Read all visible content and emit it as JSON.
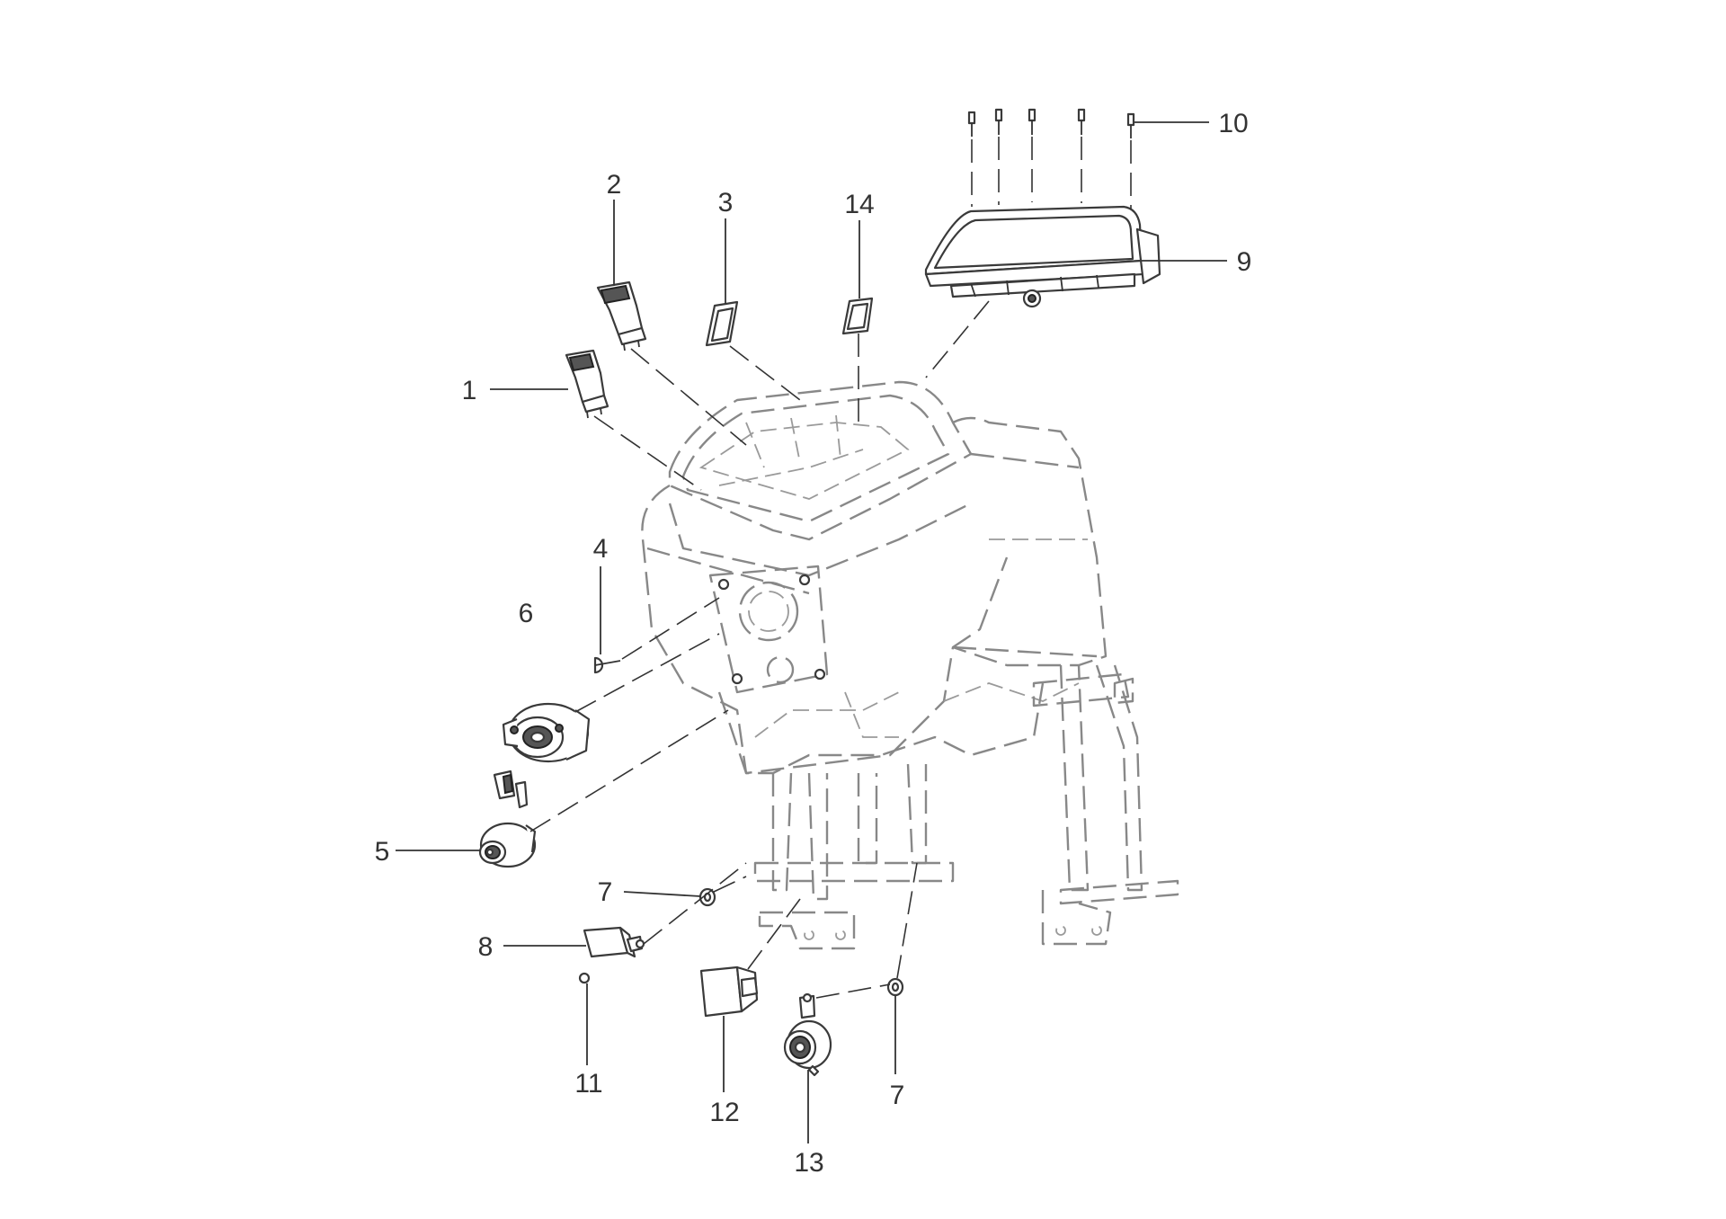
{
  "callouts": [
    {
      "id": "1",
      "label": "1"
    },
    {
      "id": "2",
      "label": "2"
    },
    {
      "id": "3",
      "label": "3"
    },
    {
      "id": "4",
      "label": "4"
    },
    {
      "id": "5",
      "label": "5"
    },
    {
      "id": "6",
      "label": "6"
    },
    {
      "id": "7a",
      "label": "7"
    },
    {
      "id": "7b",
      "label": "7"
    },
    {
      "id": "8",
      "label": "8"
    },
    {
      "id": "9",
      "label": "9"
    },
    {
      "id": "10",
      "label": "10"
    },
    {
      "id": "11",
      "label": "11"
    },
    {
      "id": "12",
      "label": "12"
    },
    {
      "id": "13",
      "label": "13"
    },
    {
      "id": "14",
      "label": "14"
    }
  ]
}
